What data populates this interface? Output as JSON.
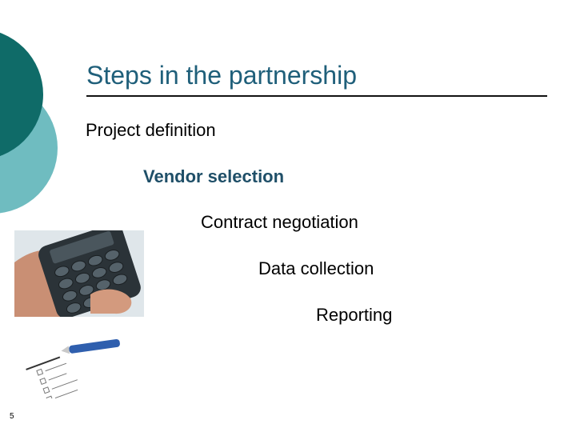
{
  "slide": {
    "title": "Steps in the partnership",
    "steps": [
      "Project definition",
      "Vendor selection",
      "Contract negotiation",
      "Data collection",
      "Reporting"
    ],
    "page_number": "5"
  },
  "colors": {
    "dark_teal": "#0f6b68",
    "light_teal": "#6fbcc0",
    "title_blue": "#1f5f7a",
    "step_highlight": "#1f4f68"
  },
  "images": {
    "phone_photo": "phone-in-hand-photo",
    "form_photo": "checklist-with-pen-photo"
  }
}
